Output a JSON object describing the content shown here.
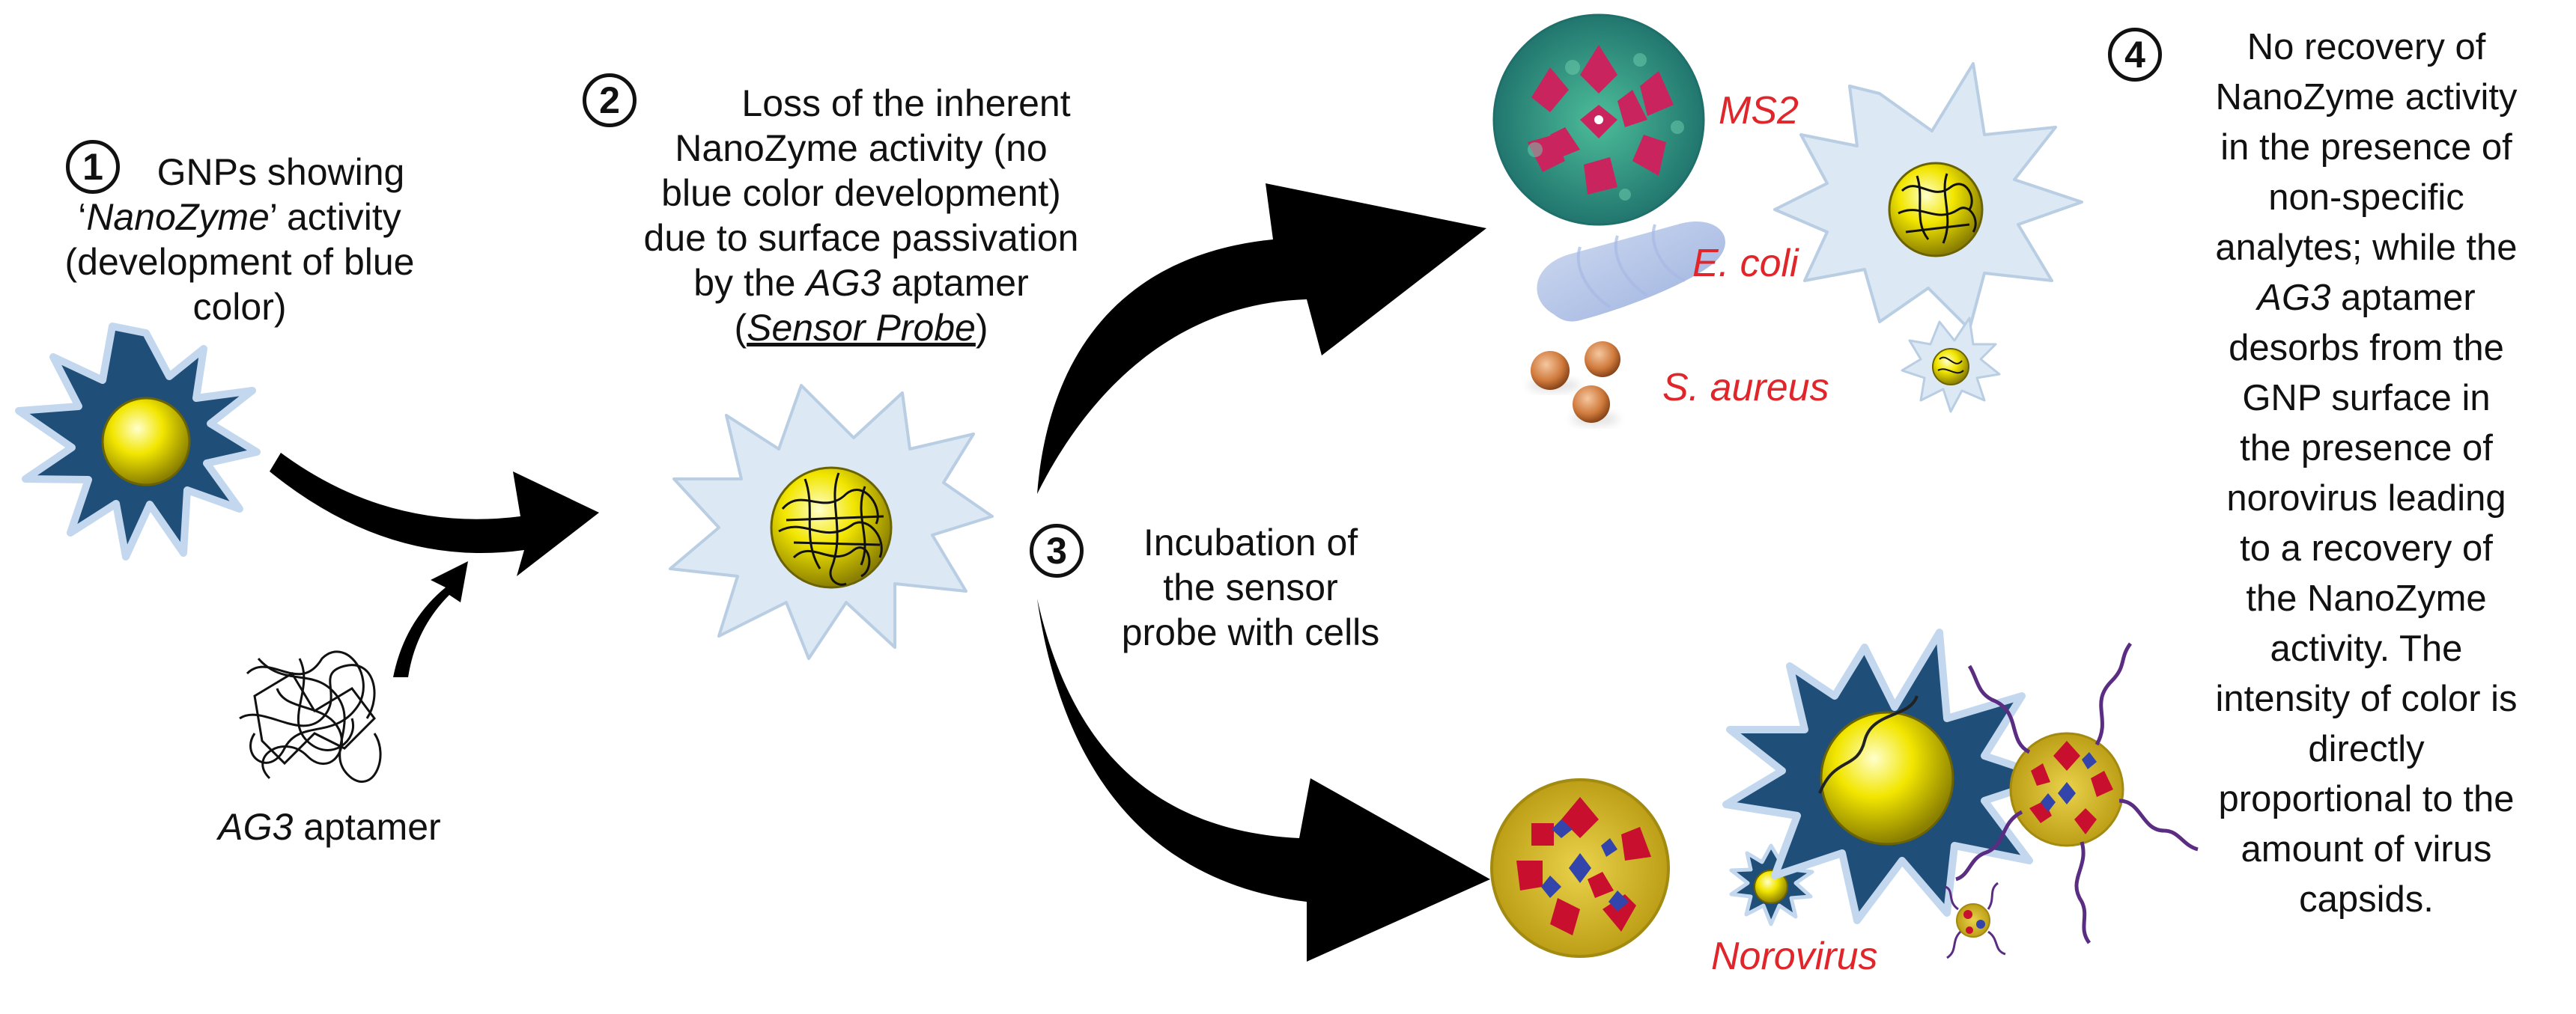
{
  "steps": [
    {
      "number": "1",
      "lines": [
        "GNPs showing",
        "‘NanoZyme’ activity",
        "(development of blue",
        "color)"
      ]
    },
    {
      "number": "2",
      "lines": [
        "Loss of the inherent",
        "NanoZyme activity (no",
        "blue color development)",
        "due to surface passivation",
        "by the AG3 aptamer",
        "(Sensor Probe)"
      ]
    },
    {
      "number": "3",
      "lines": [
        "Incubation of",
        "the sensor",
        "probe with cells"
      ]
    },
    {
      "number": "4",
      "lines": [
        "No recovery of",
        "NanoZyme activity",
        "in the presence of",
        "non-specific",
        "analytes; while the",
        "AG3 aptamer",
        "desorbs from the",
        "GNP surface in",
        "the presence of",
        "norovirus leading",
        "to a recovery of",
        "the NanoZyme",
        "activity. The",
        "intensity of color is",
        "directly",
        "proportional to the",
        "amount of virus",
        "capsids."
      ]
    }
  ],
  "aptamer_label": {
    "italic": "AG3",
    "rest": " aptamer"
  },
  "organisms": {
    "ms2": "MS2",
    "ecoli": "E. coli",
    "saureus": "S. aureus",
    "norovirus": "Norovirus"
  },
  "colors": {
    "nanozyme_blue": "#1f4e79",
    "passivated_blue": "#dce9f5",
    "gold": "#f2e600",
    "label_red": "#e0262b",
    "arrow": "#000000",
    "virus_red": "#c8102e",
    "virus_blue": "#3344aa",
    "virus_yellow": "#d9c21c",
    "aptamer_purple": "#5a2d82"
  }
}
